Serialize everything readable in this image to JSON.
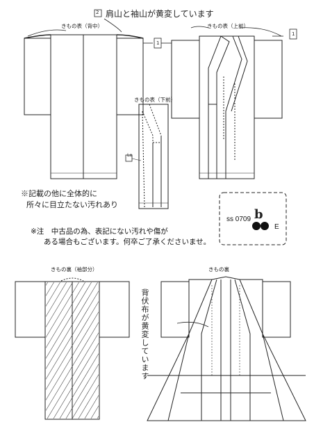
{
  "header": {
    "index_mark": "2",
    "handwritten_title": "肩山と袖山が黄変しています",
    "callout_1": "1"
  },
  "labels": {
    "front_back": "きもの表（背中）",
    "front_upper": "きもの表（上前）",
    "front_lower": "きもの表（下前）",
    "lining_sleeve": "きもの裏（袖部分）",
    "lining": "きもの裏"
  },
  "handwritten_note": {
    "line1": "※記載の他に全体的に",
    "line2": "所々に目立たない汚れあり"
  },
  "product_code": {
    "code": "ss 0709",
    "suffix": "E",
    "mark": "b"
  },
  "notice": {
    "line1": "※注　中古品の為、表記にない汚れや傷が",
    "line2": "ある場合もございます。何卒ご了承くださいませ。"
  },
  "vertical_note": "背伏布が黄変しています",
  "small_marks": {
    "lower_front_tag": "Lo"
  }
}
